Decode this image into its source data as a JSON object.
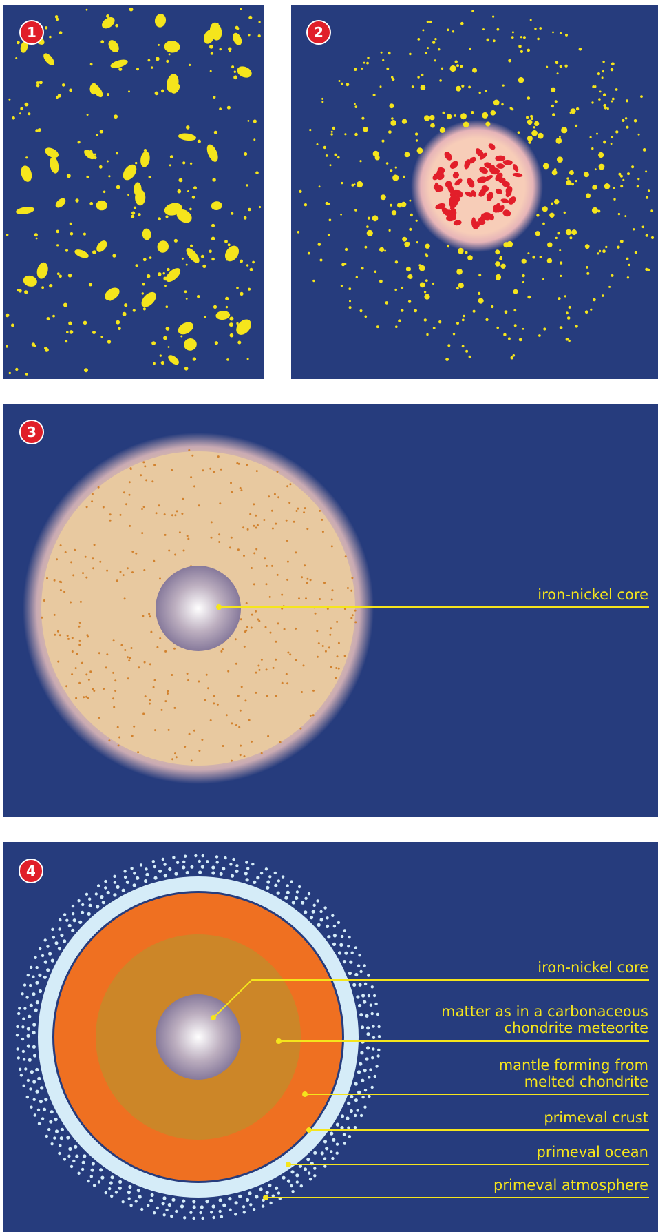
{
  "colors": {
    "background": "#263c7d",
    "dust": "#f5e51c",
    "badge": "#e01f29",
    "hot_core": "#e21e2a",
    "mantle_sand": "#e8c9a0",
    "iron_speckle": "#d2822e",
    "primeval_ocean": "#d5ecf8",
    "mantle_orange": "#ef7021",
    "chondrite": "#cc8628",
    "leader": "#f5e51c"
  },
  "panels": [
    {
      "number": "1"
    },
    {
      "number": "2"
    },
    {
      "number": "3",
      "labels": [
        "iron-nickel core"
      ]
    },
    {
      "number": "4",
      "labels": [
        "iron-nickel core",
        "matter as in a carbonaceous chondrite meteorite",
        "mantle forming from melted chondrite",
        "primeval crust",
        "primeval ocean",
        "primeval atmosphere"
      ]
    }
  ],
  "panel1": {
    "badge": "1"
  },
  "panel2": {
    "badge": "2"
  },
  "panel3": {
    "badge": "3",
    "core_label": "iron-nickel core"
  },
  "panel4": {
    "badge": "4",
    "core_label": "iron-nickel core",
    "chondrite_label_l1": "matter as in a carbonaceous",
    "chondrite_label_l2": "chondrite meteorite",
    "mantle_label_l1": "mantle forming from",
    "mantle_label_l2": "melted chondrite",
    "crust_label": "primeval crust",
    "ocean_label": "primeval ocean",
    "atmosphere_label": "primeval atmosphere"
  }
}
